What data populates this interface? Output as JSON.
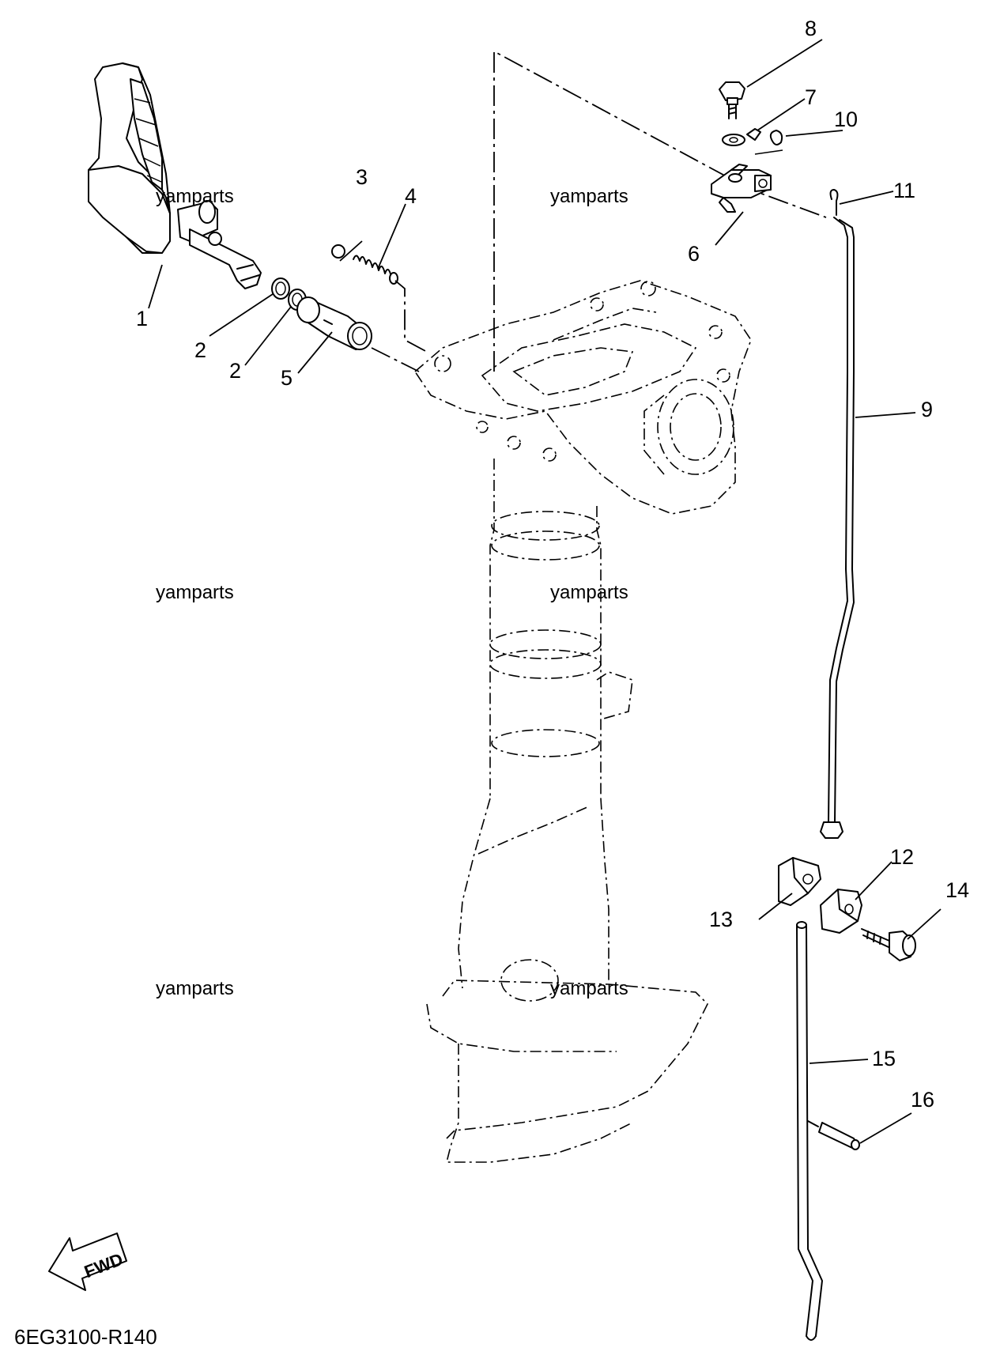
{
  "diagram": {
    "callouts": [
      {
        "id": "c1",
        "label": "1"
      },
      {
        "id": "c2a",
        "label": "2"
      },
      {
        "id": "c2b",
        "label": "2"
      },
      {
        "id": "c3",
        "label": "3"
      },
      {
        "id": "c4",
        "label": "4"
      },
      {
        "id": "c5",
        "label": "5"
      },
      {
        "id": "c6",
        "label": "6"
      },
      {
        "id": "c7",
        "label": "7"
      },
      {
        "id": "c8",
        "label": "8"
      },
      {
        "id": "c9",
        "label": "9"
      },
      {
        "id": "c10",
        "label": "10"
      },
      {
        "id": "c11",
        "label": "11"
      },
      {
        "id": "c12",
        "label": "12"
      },
      {
        "id": "c13",
        "label": "13"
      },
      {
        "id": "c14",
        "label": "14"
      },
      {
        "id": "c15",
        "label": "15"
      },
      {
        "id": "c16",
        "label": "16"
      }
    ],
    "watermarks": [
      "yamparts",
      "yamparts",
      "yamparts",
      "yamparts",
      "yamparts",
      "yamparts"
    ],
    "fwd_label": "FWD",
    "drawing_code": "6EG3100-R140"
  }
}
